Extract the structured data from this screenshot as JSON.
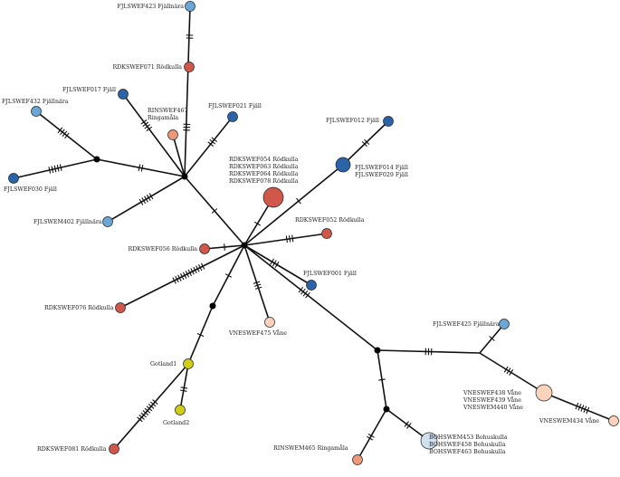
{
  "diagram": {
    "type": "haplotype-network",
    "colors": {
      "fjall": "#2a63a8",
      "fjallnara": "#6aa6d6",
      "rodkulla": "#d0584a",
      "ringamala": "#ee9a7a",
      "vane": "#fbd3bd",
      "bohuskulla": "#cfe0ee",
      "gotland": "#cfcd18",
      "hub": "#000000"
    },
    "labels": {
      "fjf423": "FJLSWEF423 Fjällnära",
      "rdk071": "RDKSWEF071 Rödkulla",
      "fjf017": "FJLSWEF017 Fjäll",
      "rin467a": "RINSWEF467",
      "rin467b": "Ringamåla",
      "fjf021": "FJLSWEF021 Fjäll",
      "fjf432": "FJLSWEF432 Fjällnära",
      "fjf012": "FJLSWEF012 Fjäll",
      "rdk054": "RDKSWEF054 Rödkulla",
      "rdk063": "RDKSWEF063 Rödkulla",
      "rdk064": "RDKSWEF064 Rödkulla",
      "rdk078": "RDKSWEF078 Rödkulla",
      "fjf014": "FJLSWEF014 Fjäll",
      "fjf029": "FJLSWEF029 Fjäll",
      "fjf030": "FJLSWEF030 Fjäll",
      "fjm402": "FJLSWEM402 Fjällnära",
      "rdk052": "RDKSWEF052 Rödkulla",
      "rdk056": "RDKSWEF056 Rödkulla",
      "fjf001": "FJLSWEF001 Fjäll",
      "rdk076": "RDKSWEF076 Rödkulla",
      "vne475": "VNESWEF475 Våne",
      "fjf425": "FJLSWEF425 Fjällnära",
      "gotland1": "Gotland1",
      "gotland2": "Gotland2",
      "vne438": "VNESWEF438 Våne",
      "vne439": "VNESWEF439 Våne",
      "vne440": "VNESWEM440 Våne",
      "vne434": "VNESWEM434 Våne",
      "rdk081": "RDKSWEF081 Rödkulla",
      "rin465": "RINSWEM465 Ringamåla",
      "boh453": "BOHSWEM453 Bohuskulla",
      "boh458": "BOHSWEF458 Bohuskulla",
      "boh463": "BOHSWEF463 Bohuskulla"
    }
  }
}
